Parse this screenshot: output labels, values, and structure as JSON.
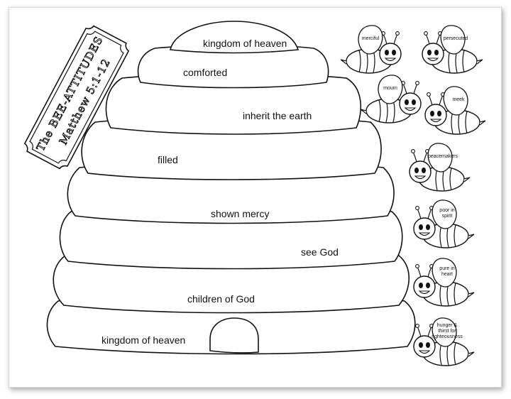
{
  "sign": {
    "line1": "The BEE-ATTITUDES",
    "line2": "Matthew 5:1-12"
  },
  "hive": {
    "bands": [
      "kingdom of heaven",
      "comforted",
      "inherit the earth",
      "filled",
      "shown mercy",
      "see God",
      "children of God",
      "kingdom of heaven"
    ]
  },
  "bees": [
    {
      "wing_text": "merciful"
    },
    {
      "wing_text": "persecuted"
    },
    {
      "wing_text": "mourn"
    },
    {
      "wing_text": "meek"
    },
    {
      "wing_text": "peacemakers"
    },
    {
      "wing_text": "poor in spirit"
    },
    {
      "wing_text": "pure in heart"
    },
    {
      "wing_text": "hunger & thirst for righteousness"
    }
  ]
}
